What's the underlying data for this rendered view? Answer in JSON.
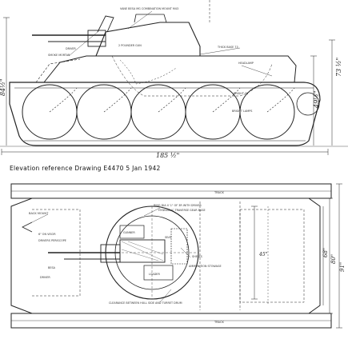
{
  "caption": "Elevation reference Drawing E4470   5 Jan 1942",
  "elevation": {
    "dimensions": {
      "overall_length": "185 ½\"",
      "overall_height": "84½\"",
      "hull_height": "49½\"",
      "right_height": "73 ½\""
    },
    "labels": {
      "besa": "VANE BESA MG COMBINATION MOUNT M43",
      "smoke": "SMOKE MORTAR",
      "thick": "THICK BASE 73",
      "gun": "2 POUNDER GUN",
      "headlamp": "HEADLAMP",
      "driver": "DRIVER",
      "bright": "BRIGHT 76",
      "bright_lamps": "BRIGHT LAMPS"
    }
  },
  "plan": {
    "dimensions": {
      "width_outer": "91\"",
      "width_mid": "80\"",
      "width_inner": "68\"",
      "turret_ring": "45\""
    },
    "labels": {
      "ring_note": "RING DIA 4' 1\" OF 3R WITH DRIVER",
      "traverse": "HYDRAULIC TRAVERSE GEAR BASE",
      "back_mount": "BACK MOUNT",
      "visor": "6\" ON VISOR",
      "periscope": "DRIVERS PERISCOPE",
      "besa_plan": "BESA",
      "driver_plan": "DRIVER",
      "gunner": "GUNNER",
      "commander": "LOADER",
      "seat": "SEAT",
      "shell": "SHELLS",
      "ammo": "AMMUNITION STOWAGE",
      "gap_note": "CLEARANCE BETWEEN HULL SIDE AND TURRET DRUM",
      "track": "TRACK",
      "track_top": "TRACK"
    }
  }
}
